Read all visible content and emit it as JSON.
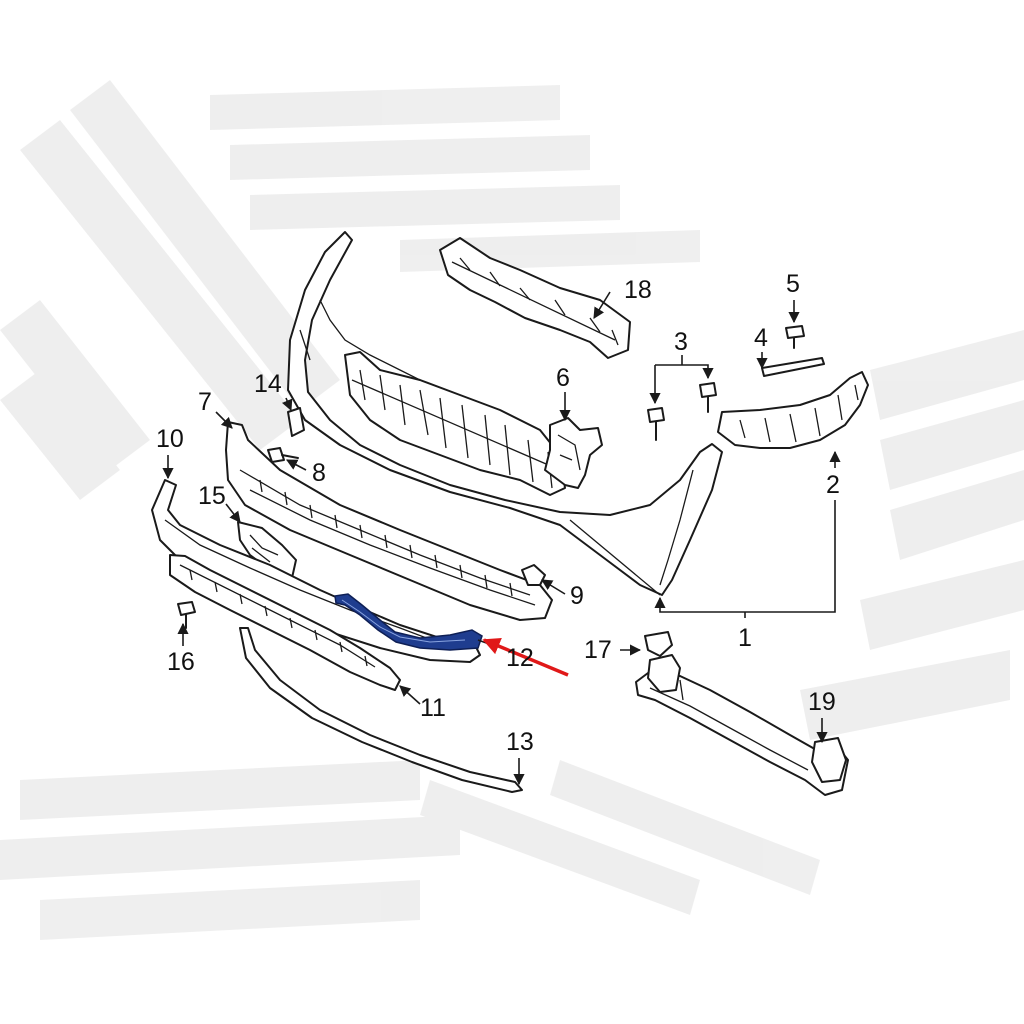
{
  "diagram": {
    "colors": {
      "line": "#1a1a1a",
      "highlight_part": "#1f3d8f",
      "pointer_arrow": "#e01818",
      "watermark": "#ececec"
    },
    "callouts": [
      {
        "id": "1",
        "label": "1"
      },
      {
        "id": "2",
        "label": "2"
      },
      {
        "id": "3",
        "label": "3"
      },
      {
        "id": "4",
        "label": "4"
      },
      {
        "id": "5",
        "label": "5"
      },
      {
        "id": "6",
        "label": "6"
      },
      {
        "id": "7",
        "label": "7"
      },
      {
        "id": "8",
        "label": "8"
      },
      {
        "id": "9",
        "label": "9"
      },
      {
        "id": "10",
        "label": "10"
      },
      {
        "id": "11",
        "label": "11"
      },
      {
        "id": "12",
        "label": "12"
      },
      {
        "id": "13",
        "label": "13"
      },
      {
        "id": "14",
        "label": "14"
      },
      {
        "id": "15",
        "label": "15"
      },
      {
        "id": "16",
        "label": "16"
      },
      {
        "id": "17",
        "label": "17"
      },
      {
        "id": "18",
        "label": "18"
      },
      {
        "id": "19",
        "label": "19"
      }
    ],
    "highlighted_callout": "12"
  }
}
